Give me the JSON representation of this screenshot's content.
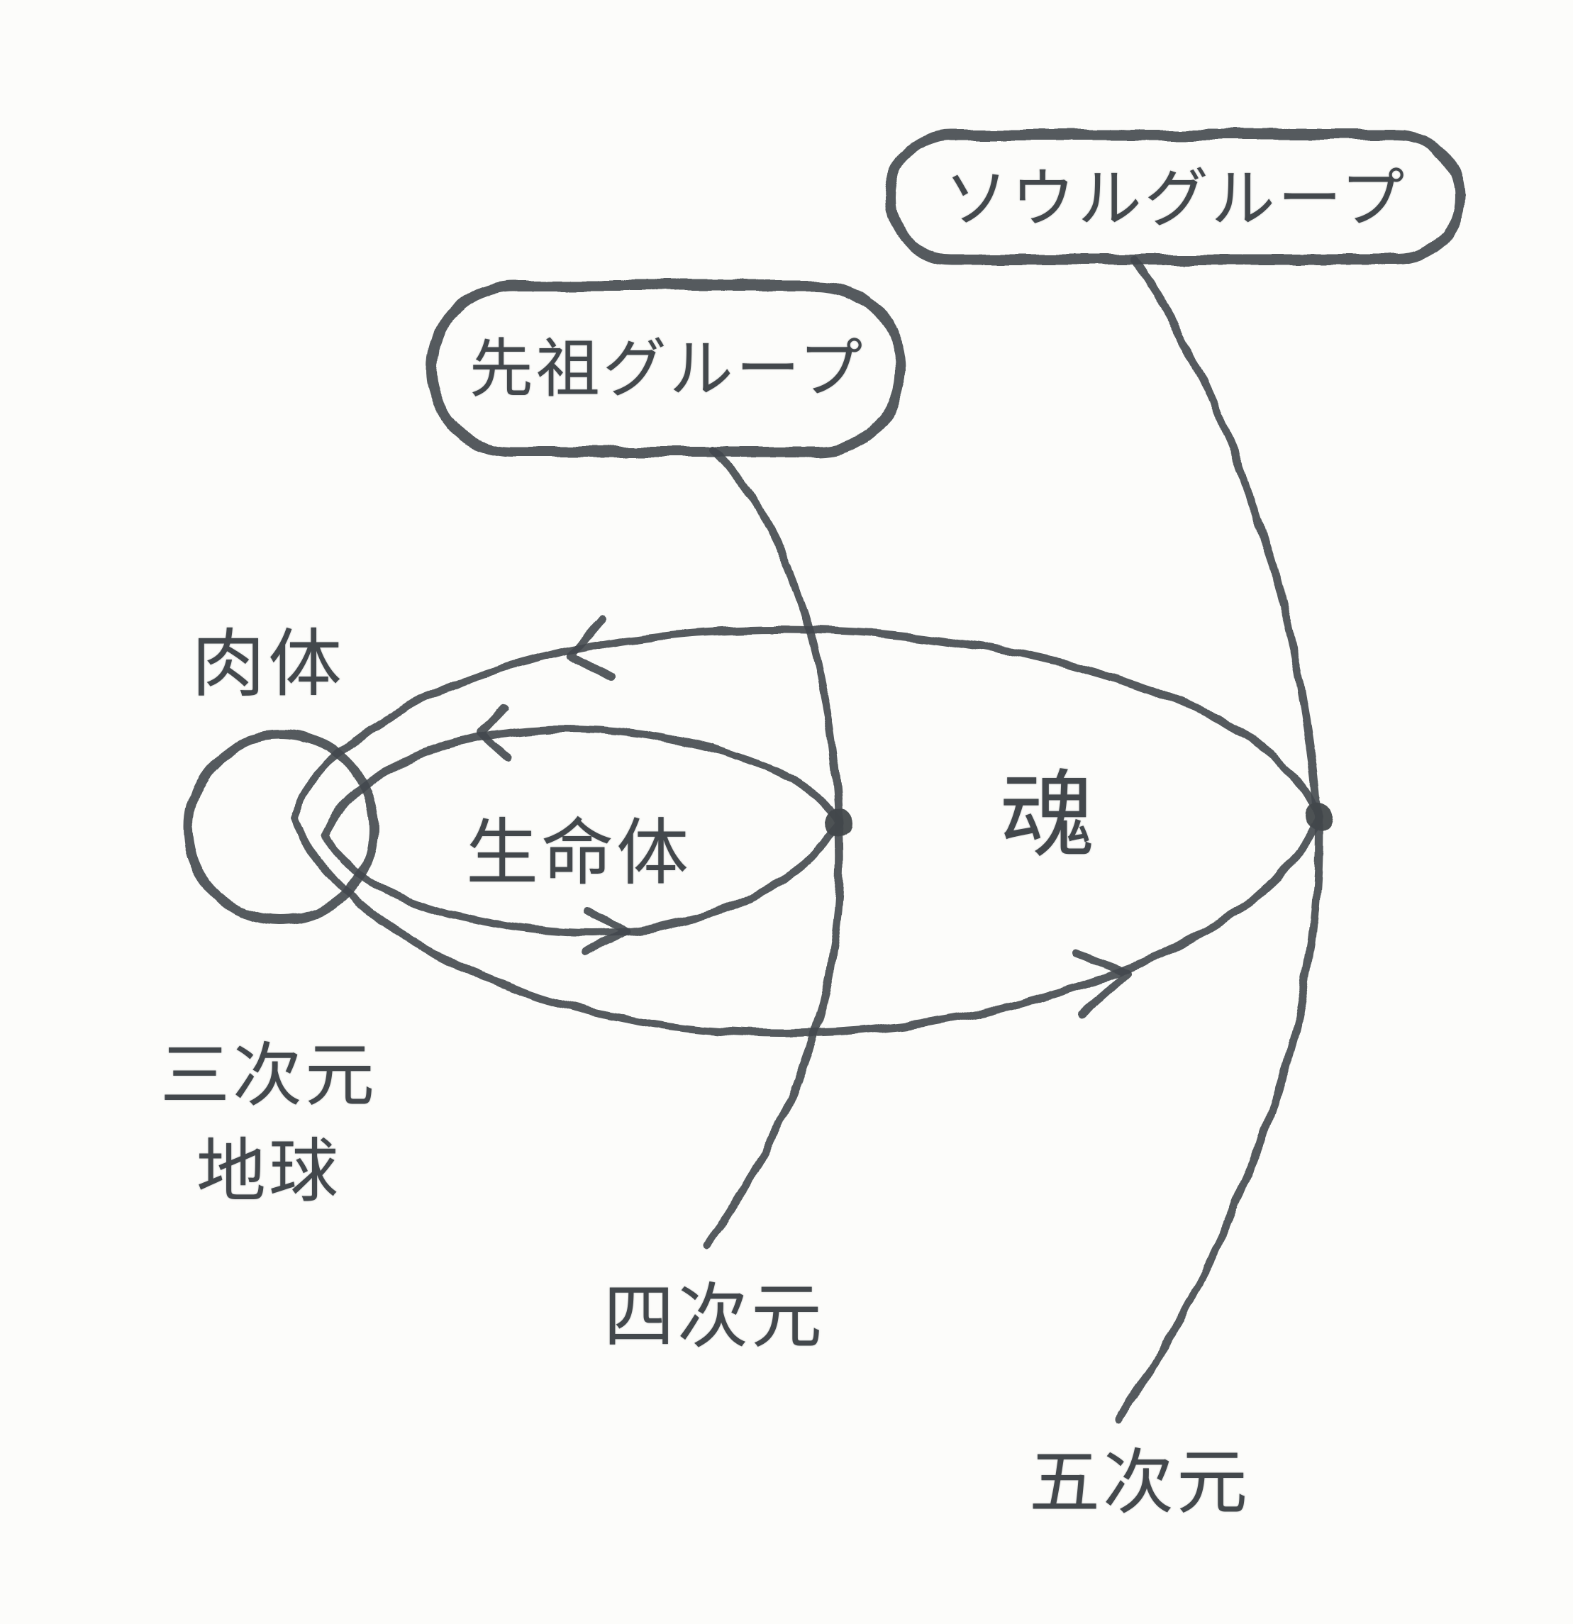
{
  "bubbles": {
    "soul_group": {
      "label": "ソウルグループ"
    },
    "ancestor_group": {
      "label": "先祖グループ"
    }
  },
  "labels": {
    "physical_body": "肉体",
    "life_form": "生命体",
    "soul": "魂",
    "third_dimension": "三次元",
    "earth": "地球",
    "fourth_dimension": "四次元",
    "fifth_dimension": "五次元"
  },
  "colors": {
    "pencil": "#43484c",
    "paper": "#fcfcfa"
  }
}
